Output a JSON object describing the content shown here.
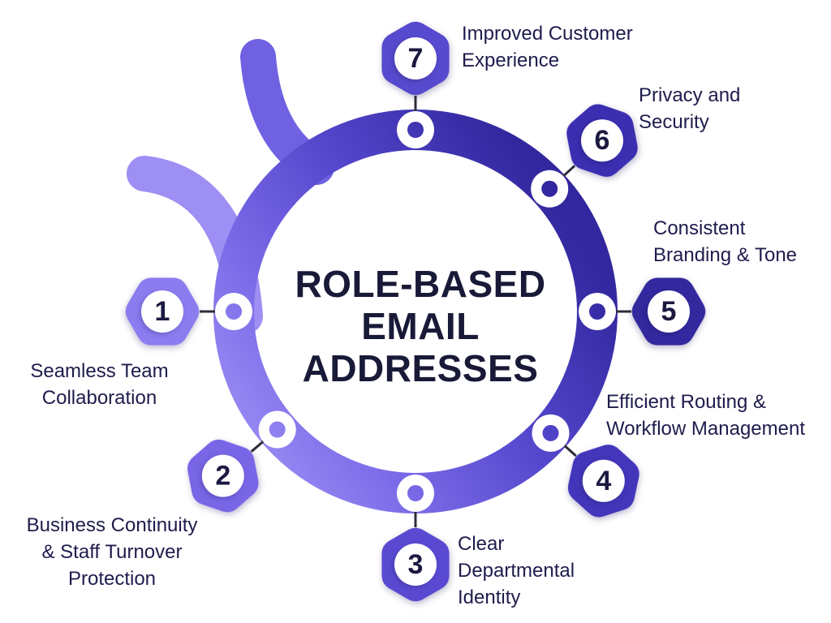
{
  "title": "ROLE-BASED\nEMAIL\nADDRESSES",
  "diagram_type": "circular cycle diagram with 7 numbered hexagon nodes",
  "nodes": [
    {
      "number": "1",
      "label": "Seamless Team\nCollaboration",
      "color": "#8b7cf0"
    },
    {
      "number": "2",
      "label": "Business Continuity\n& Staff Turnover\nProtection",
      "color": "#7866e7"
    },
    {
      "number": "3",
      "label": "Clear\nDepartmental\nIdentity",
      "color": "#5a4ad2"
    },
    {
      "number": "4",
      "label": "Efficient Routing &\nWorkflow Management",
      "color": "#4336ba"
    },
    {
      "number": "5",
      "label": "Consistent\nBranding & Tone",
      "color": "#34289f"
    },
    {
      "number": "6",
      "label": "Privacy and\nSecurity",
      "color": "#3b2eb0"
    },
    {
      "number": "7",
      "label": "Improved Customer\nExperience",
      "color": "#574ace"
    }
  ],
  "colors": {
    "ring_gradient_0": "#a194f6",
    "ring_gradient_1": "#7c6ce9",
    "ring_gradient_2": "#5245ca",
    "ring_gradient_3": "#32279e",
    "tail_light": "#9d8ff3",
    "tail_dark": "#6f61e2",
    "connector": "#2e2c38",
    "marker_ring": "#ffffff",
    "label_text": "#1e1c4c",
    "title_text": "#191938",
    "number_text": "#1b1940",
    "background": "#ffffff"
  }
}
